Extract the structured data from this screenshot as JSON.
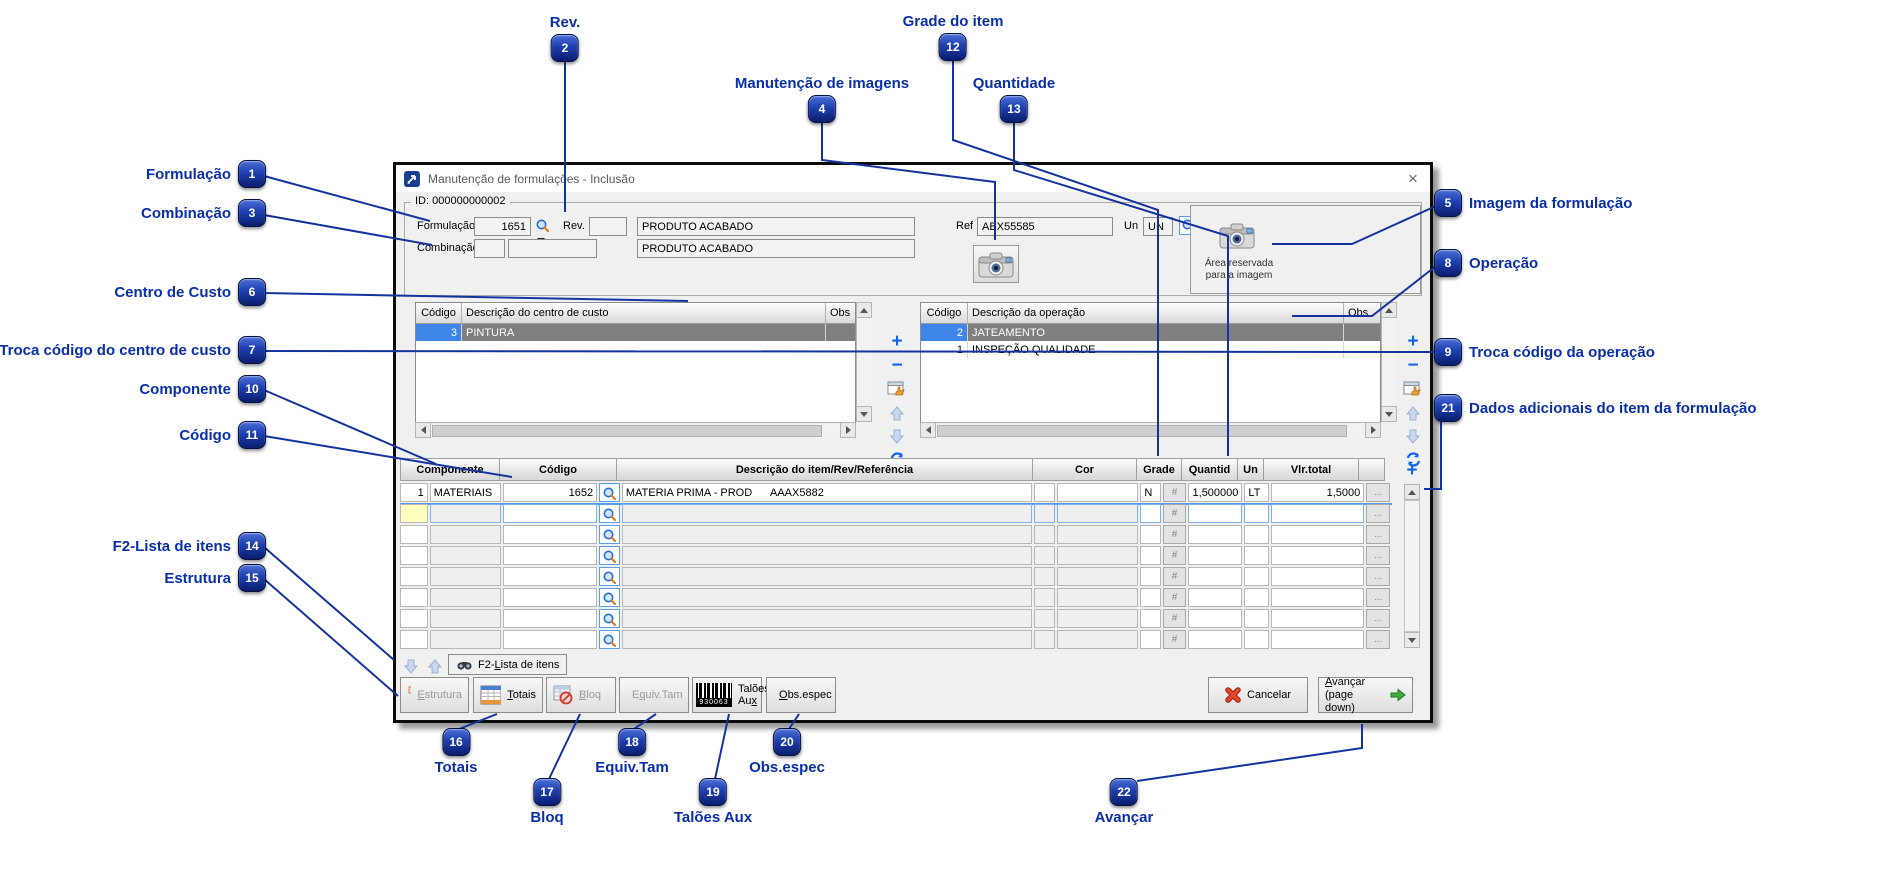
{
  "window": {
    "title": "Manutenção de formulações - Inclusão",
    "close": "×"
  },
  "header": {
    "group_label": "ID: 000000000002",
    "formulacao": {
      "label": "Formulação",
      "value": "1651"
    },
    "rev": {
      "label": "Rev.",
      "value": ""
    },
    "descricao1": "PRODUTO ACABADO",
    "combinacao": {
      "label": "Combinação",
      "value1": "",
      "value2": ""
    },
    "descricao2": "PRODUTO ACABADO",
    "ref": {
      "label": "Ref",
      "value": "ABX55585"
    },
    "un": {
      "label": "Un",
      "value": "UN"
    },
    "image_area": {
      "line1": "Área reservada",
      "line2": "para a imagem"
    }
  },
  "cc_grid": {
    "col_codigo": "Código",
    "col_desc": "Descrição do centro de custo",
    "col_obs": "Obs",
    "row": {
      "codigo": "3",
      "desc": "PINTURA"
    }
  },
  "op_grid": {
    "col_codigo": "Código",
    "col_desc": "Descrição da operação",
    "col_obs": "Obs",
    "rows": [
      {
        "codigo": "2",
        "desc": "JATEAMENTO"
      },
      {
        "codigo": "1",
        "desc": "INSPEÇÃO QUALIDADE"
      }
    ]
  },
  "items": {
    "col_componente": "Componente",
    "col_codigo": "Código",
    "col_desc": "Descrição do item/Rev/Referência",
    "col_cor": "Cor",
    "col_grade": "Grade",
    "col_quantid": "Quantid",
    "col_un": "Un",
    "col_vlr": "Vlr.total",
    "row1": {
      "num": "1",
      "componente": "MATERIAIS",
      "codigo": "1652",
      "descricao": "MATERIA PRIMA - PROD",
      "referencia": "AAAX5882",
      "grade": "N",
      "quantid": "1,500000",
      "un": "LT",
      "vlr": "1,5000"
    },
    "empty_rows": 7
  },
  "f2": {
    "pre": "F2-",
    "u": "L",
    "post": "ista de itens"
  },
  "buttons": {
    "estrutura": {
      "pre": "",
      "u": "E",
      "post": "strutura"
    },
    "totais": {
      "pre": "",
      "u": "T",
      "post": "otais"
    },
    "bloq": {
      "pre": "",
      "u": "B",
      "post": "loq"
    },
    "equiv": {
      "pre": "E",
      "u": "q",
      "post": "uiv.Tam"
    },
    "taloes": {
      "pre": "Talões Au",
      "u": "x",
      "post": ""
    },
    "barcode_num": "930063",
    "obs": {
      "pre": "",
      "u": "O",
      "post": "bs.espec"
    },
    "cancelar": "Cancelar",
    "avancar": {
      "pre": "",
      "u": "A",
      "post": "vançar",
      "line2": "(page down)"
    }
  },
  "misc": {
    "hash": "#",
    "dots": "...",
    "plus": "+",
    "minus": "−"
  },
  "annotations": [
    {
      "n": "1",
      "label": "Formulação"
    },
    {
      "n": "2",
      "label": "Rev."
    },
    {
      "n": "3",
      "label": "Combinação"
    },
    {
      "n": "4",
      "label": "Manutenção de imagens"
    },
    {
      "n": "5",
      "label": "Imagem da formulação"
    },
    {
      "n": "6",
      "label": "Centro de Custo"
    },
    {
      "n": "7",
      "label": "Troca código do centro de custo"
    },
    {
      "n": "8",
      "label": "Operação"
    },
    {
      "n": "9",
      "label": "Troca código da operação"
    },
    {
      "n": "10",
      "label": "Componente"
    },
    {
      "n": "11",
      "label": "Código"
    },
    {
      "n": "12",
      "label": "Grade do item"
    },
    {
      "n": "13",
      "label": "Quantidade"
    },
    {
      "n": "14",
      "label": "F2-Lista de itens"
    },
    {
      "n": "15",
      "label": "Estrutura"
    },
    {
      "n": "16",
      "label": "Totais"
    },
    {
      "n": "17",
      "label": "Bloq"
    },
    {
      "n": "18",
      "label": "Equiv.Tam"
    },
    {
      "n": "19",
      "label": "Talões Aux"
    },
    {
      "n": "20",
      "label": "Obs.espec"
    },
    {
      "n": "21",
      "label": "Dados adicionais do item da formulação"
    },
    {
      "n": "22",
      "label": "Avançar"
    }
  ]
}
